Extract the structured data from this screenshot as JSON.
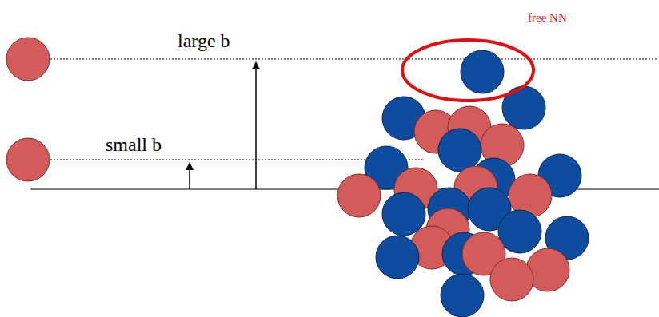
{
  "diagram": {
    "nodes": [
      {
        "text": [
          "free NN"
        ]
      }
    ],
    "labels": [
      "large b",
      "small b"
    ]
  }
}
